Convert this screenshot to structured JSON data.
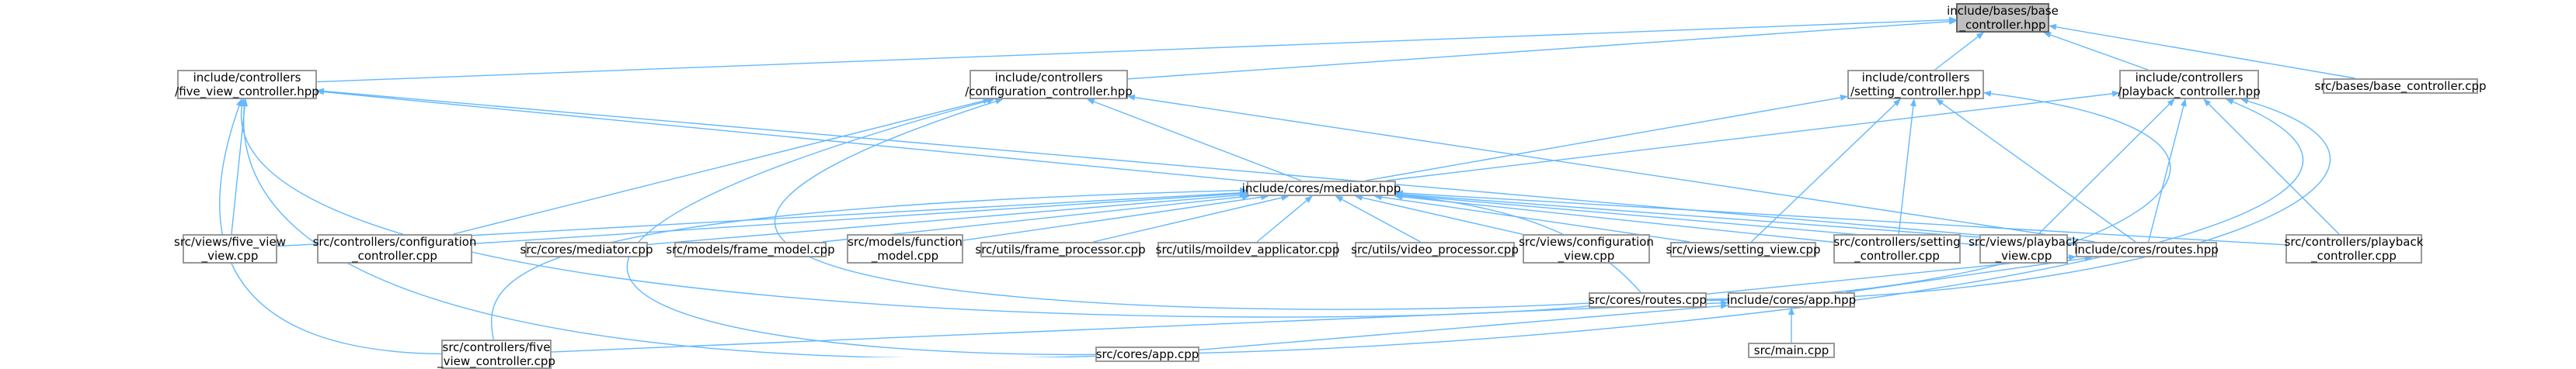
{
  "colors": {
    "edge": "#63b8ff",
    "node_border": "#999999",
    "root_fill": "#bfbfbf",
    "root_border": "#666666"
  },
  "nodes": [
    {
      "id": "base_controller_hpp",
      "label": "include/bases/base\n_controller.hpp",
      "root": true
    },
    {
      "id": "five_view_controller_hpp",
      "label": "include/controllers\n/five_view_controller.hpp"
    },
    {
      "id": "configuration_controller_hpp",
      "label": "include/controllers\n/configuration_controller.hpp"
    },
    {
      "id": "setting_controller_hpp",
      "label": "include/controllers\n/setting_controller.hpp"
    },
    {
      "id": "playback_controller_hpp",
      "label": "include/controllers\n/playback_controller.hpp"
    },
    {
      "id": "base_controller_cpp",
      "label": "src/bases/base_controller.cpp"
    },
    {
      "id": "mediator_hpp",
      "label": "include/cores/mediator.hpp"
    },
    {
      "id": "five_view_cpp",
      "label": "src/views/five_view\n_view.cpp"
    },
    {
      "id": "configuration_controller_cpp",
      "label": "src/controllers/configuration\n_controller.cpp"
    },
    {
      "id": "mediator_cpp",
      "label": "src/cores/mediator.cpp"
    },
    {
      "id": "frame_model_cpp",
      "label": "src/models/frame_model.cpp"
    },
    {
      "id": "function_model_cpp",
      "label": "src/models/function\n_model.cpp"
    },
    {
      "id": "frame_processor_cpp",
      "label": "src/utils/frame_processor.cpp"
    },
    {
      "id": "moildev_applicator_cpp",
      "label": "src/utils/moildev_applicator.cpp"
    },
    {
      "id": "video_processor_cpp",
      "label": "src/utils/video_processor.cpp"
    },
    {
      "id": "configuration_view_cpp",
      "label": "src/views/configuration\n_view.cpp"
    },
    {
      "id": "setting_view_cpp",
      "label": "src/views/setting_view.cpp"
    },
    {
      "id": "setting_controller_cpp",
      "label": "src/controllers/setting\n_controller.cpp"
    },
    {
      "id": "playback_view_cpp",
      "label": "src/views/playback\n_view.cpp"
    },
    {
      "id": "routes_hpp",
      "label": "include/cores/routes.hpp"
    },
    {
      "id": "playback_controller_cpp",
      "label": "src/controllers/playback\n_controller.cpp"
    },
    {
      "id": "routes_cpp",
      "label": "src/cores/routes.cpp"
    },
    {
      "id": "app_hpp",
      "label": "include/cores/app.hpp"
    },
    {
      "id": "five_view_controller_cpp",
      "label": "src/controllers/five\n_view_controller.cpp"
    },
    {
      "id": "app_cpp",
      "label": "src/cores/app.cpp"
    },
    {
      "id": "main_cpp",
      "label": "src/main.cpp"
    }
  ],
  "edges": [
    [
      "base_controller_hpp",
      "five_view_controller_hpp"
    ],
    [
      "base_controller_hpp",
      "configuration_controller_hpp"
    ],
    [
      "base_controller_hpp",
      "setting_controller_hpp"
    ],
    [
      "base_controller_hpp",
      "playback_controller_hpp"
    ],
    [
      "base_controller_hpp",
      "base_controller_cpp"
    ],
    [
      "five_view_controller_hpp",
      "five_view_cpp"
    ],
    [
      "five_view_controller_hpp",
      "mediator_hpp"
    ],
    [
      "five_view_controller_hpp",
      "routes_hpp"
    ],
    [
      "five_view_controller_hpp",
      "five_view_controller_cpp"
    ],
    [
      "five_view_controller_hpp",
      "routes_cpp"
    ],
    [
      "five_view_controller_hpp",
      "app_cpp"
    ],
    [
      "configuration_controller_hpp",
      "mediator_hpp"
    ],
    [
      "configuration_controller_hpp",
      "configuration_controller_cpp"
    ],
    [
      "configuration_controller_hpp",
      "routes_hpp"
    ],
    [
      "configuration_controller_hpp",
      "routes_cpp"
    ],
    [
      "configuration_controller_hpp",
      "app_cpp"
    ],
    [
      "setting_controller_hpp",
      "mediator_hpp"
    ],
    [
      "setting_controller_hpp",
      "setting_view_cpp"
    ],
    [
      "setting_controller_hpp",
      "setting_controller_cpp"
    ],
    [
      "setting_controller_hpp",
      "routes_hpp"
    ],
    [
      "setting_controller_hpp",
      "routes_cpp"
    ],
    [
      "playback_controller_hpp",
      "mediator_hpp"
    ],
    [
      "playback_controller_hpp",
      "playback_view_cpp"
    ],
    [
      "playback_controller_hpp",
      "routes_hpp"
    ],
    [
      "playback_controller_hpp",
      "playback_controller_cpp"
    ],
    [
      "playback_controller_hpp",
      "routes_cpp"
    ],
    [
      "playback_controller_hpp",
      "app_cpp"
    ],
    [
      "mediator_hpp",
      "five_view_cpp"
    ],
    [
      "mediator_hpp",
      "configuration_controller_cpp"
    ],
    [
      "mediator_hpp",
      "mediator_cpp"
    ],
    [
      "mediator_hpp",
      "frame_model_cpp"
    ],
    [
      "mediator_hpp",
      "function_model_cpp"
    ],
    [
      "mediator_hpp",
      "frame_processor_cpp"
    ],
    [
      "mediator_hpp",
      "moildev_applicator_cpp"
    ],
    [
      "mediator_hpp",
      "video_processor_cpp"
    ],
    [
      "mediator_hpp",
      "configuration_view_cpp"
    ],
    [
      "mediator_hpp",
      "setting_view_cpp"
    ],
    [
      "mediator_hpp",
      "setting_controller_cpp"
    ],
    [
      "mediator_hpp",
      "playback_view_cpp"
    ],
    [
      "mediator_hpp",
      "routes_hpp"
    ],
    [
      "mediator_hpp",
      "playback_controller_cpp"
    ],
    [
      "mediator_hpp",
      "routes_cpp"
    ],
    [
      "mediator_hpp",
      "five_view_controller_cpp"
    ],
    [
      "routes_hpp",
      "routes_cpp"
    ],
    [
      "routes_hpp",
      "app_hpp"
    ],
    [
      "app_hpp",
      "five_view_controller_cpp"
    ],
    [
      "app_hpp",
      "app_cpp"
    ],
    [
      "app_hpp",
      "main_cpp"
    ]
  ]
}
